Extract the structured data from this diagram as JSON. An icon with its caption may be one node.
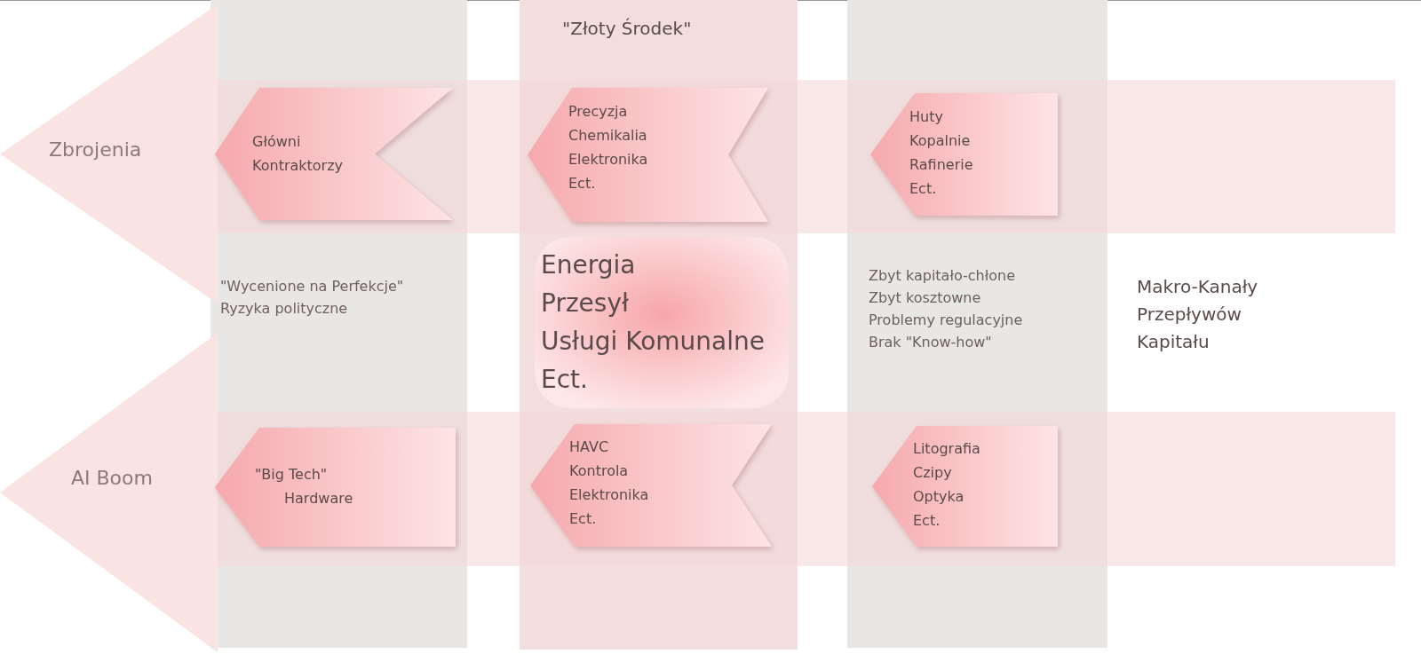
{
  "diagram": {
    "nodes": [
      {
        "text": [
          "Zbrojenia"
        ]
      },
      {
        "text": [
          "Główni",
          "Kontraktorzy"
        ]
      },
      {
        "text": [
          "Precyzja",
          "Chemikalia",
          "Elektronika",
          "Ect."
        ]
      },
      {
        "text": [
          "Huty",
          "Kopalnie",
          "Rafinerie",
          "Ect."
        ]
      },
      {
        "text": [
          "Energia",
          "Przesył",
          "Usługi Komunalne",
          "Ect."
        ]
      },
      {
        "text": [
          "AI Boom"
        ]
      },
      {
        "text": [
          "\"Big Tech\"",
          "Hardware"
        ]
      },
      {
        "text": [
          "HAVC",
          "Kontrola",
          "Elektronika",
          "Ect."
        ]
      },
      {
        "text": [
          "Litografia",
          "Czipy",
          "Optyka",
          "Ect."
        ]
      }
    ],
    "edges": [],
    "labels": [
      "\"Złoty Środek\"",
      "\"Wycenione na Perfekcje\"",
      "Ryzyka polityczne",
      "Zbyt kapitało-chłone",
      "Zbyt kosztowne",
      "Problemy regulacyjne",
      "Brak \"Know-how\"",
      "Makro-Kanały Przepływów Kapitału"
    ]
  }
}
